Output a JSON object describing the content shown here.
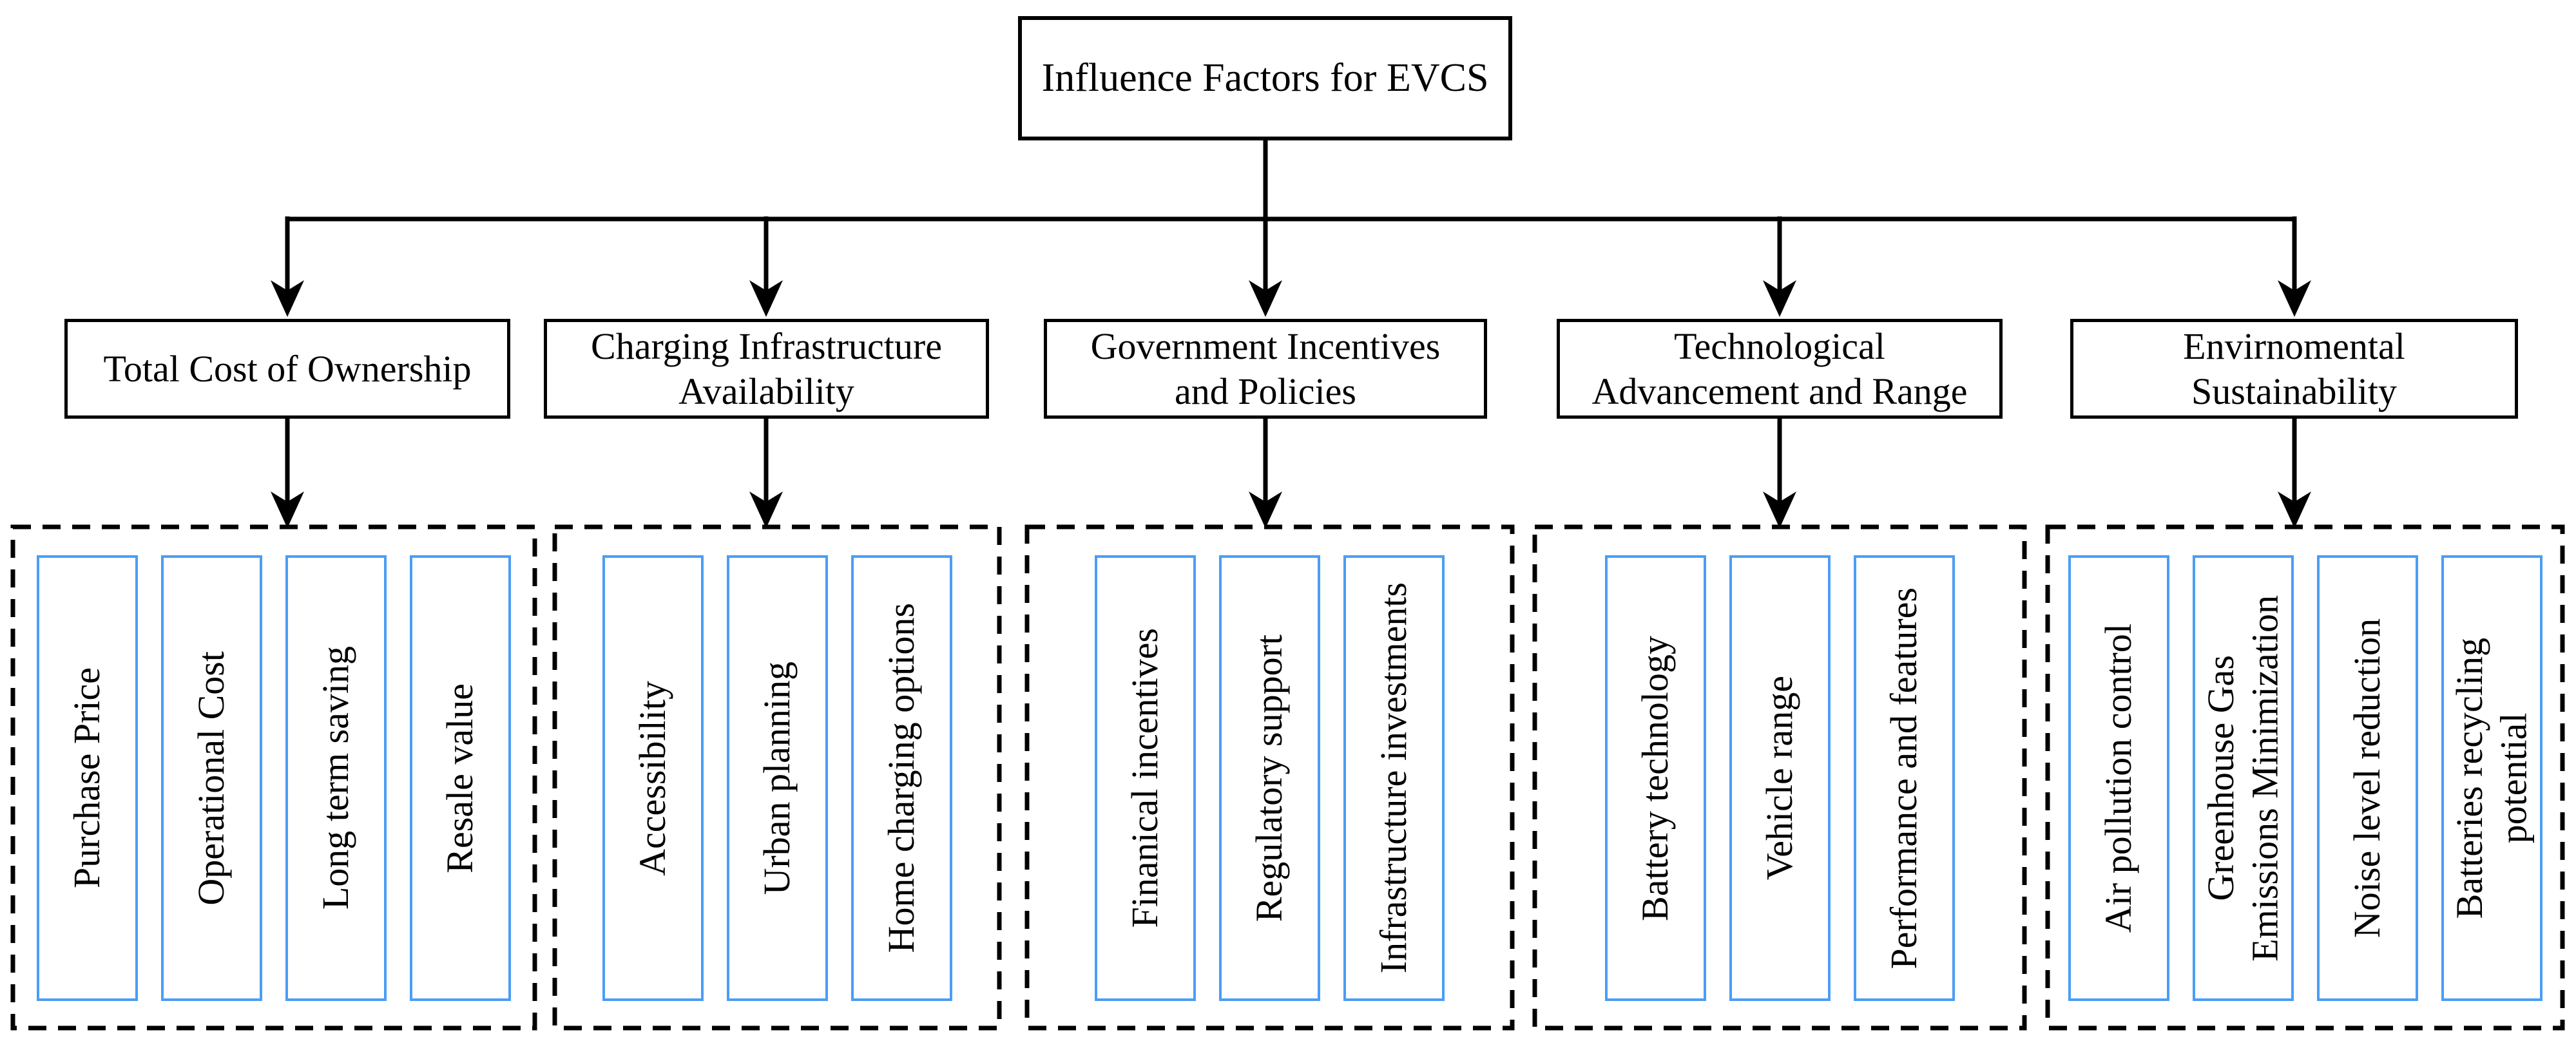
{
  "figure": {
    "title": "Influence Factors for EVCS"
  },
  "colors": {
    "factor_box_border": "#4b9df5",
    "connector_line": "#000000",
    "node_border": "#000000",
    "background": "#ffffff",
    "text": "#000000"
  },
  "branches": [
    {
      "label": "Total Cost of Ownership",
      "items": [
        "Purchase Price",
        "Operational Cost",
        "Long term saving",
        "Resale value"
      ]
    },
    {
      "label": "Charging Infrastructure\nAvailability",
      "items": [
        "Accessibility",
        "Urban planning",
        "Home charging options"
      ]
    },
    {
      "label": "Government Incentives\nand Policies",
      "items": [
        "Finanical incentives",
        "Regulatory support",
        "Infrastructure investments"
      ]
    },
    {
      "label": "Technological\nAdvancement and Range",
      "items": [
        "Battery technology",
        "Vehicle range",
        "Performance and features"
      ]
    },
    {
      "label": "Envirnomental\nSustainability",
      "items": [
        "Air pollution control",
        "Greenhouse Gas\nEmissions Minimization",
        "Noise level reduction",
        "Batteries recycling\npotential"
      ]
    }
  ]
}
